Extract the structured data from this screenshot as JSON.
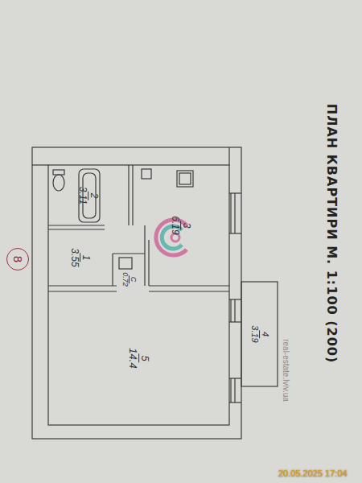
{
  "diagram": {
    "title": "ПЛАН КВАРТИРИ М. 1:100 (200)",
    "nodes": [
      {
        "text": [
          "3",
          "6.19"
        ]
      },
      {
        "text": [
          "2",
          "3.11"
        ]
      },
      {
        "text": [
          "1",
          "3.55"
        ]
      },
      {
        "text": [
          "С",
          "0.72"
        ]
      },
      {
        "text": [
          "5",
          "14.4"
        ]
      },
      {
        "text": [
          "4",
          "3.19"
        ]
      },
      {
        "text": [
          "8"
        ]
      }
    ],
    "labels": [
      "real-estate.lviv.ua",
      "20.05.2025 17:04"
    ]
  }
}
